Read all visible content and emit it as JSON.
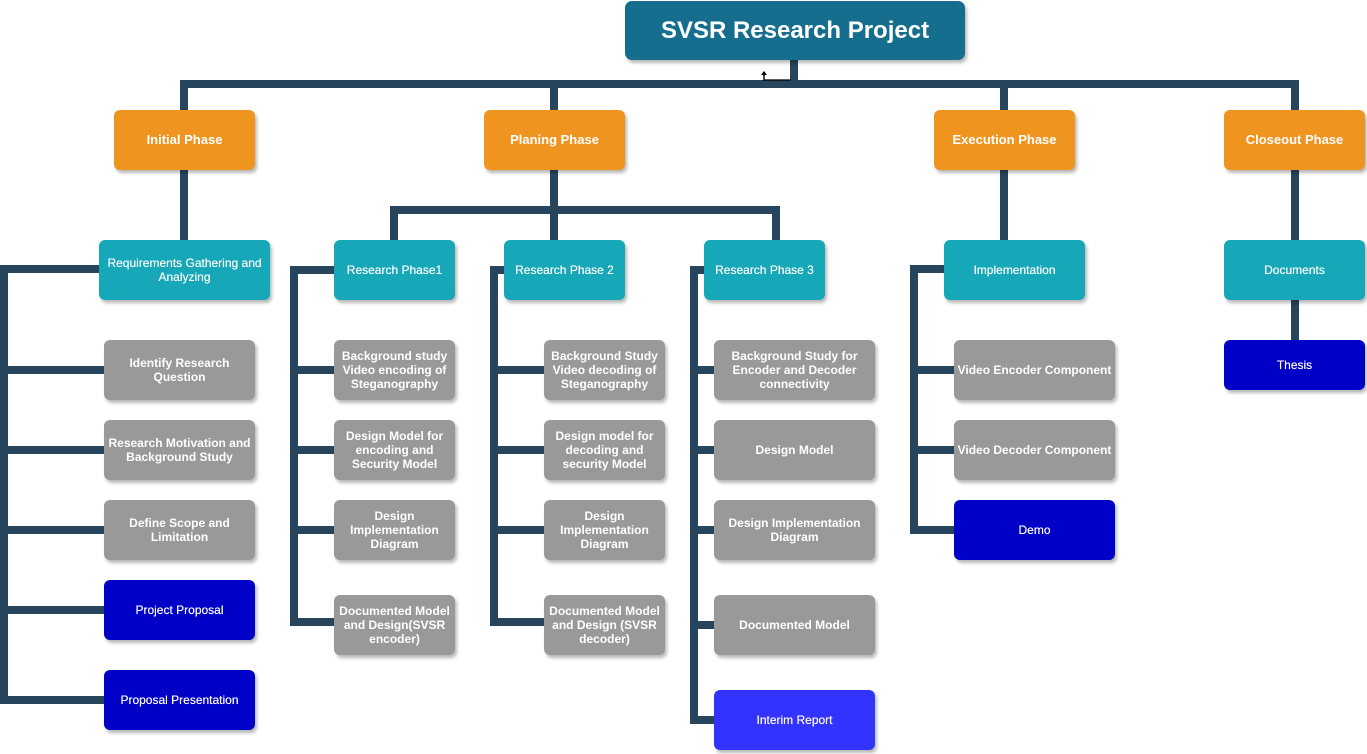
{
  "root": {
    "label": "SVSR Research Project"
  },
  "phases": [
    {
      "label": "Initial Phase",
      "groups": [
        {
          "label": "Requirements Gathering and Analyzing",
          "tasks": [
            {
              "label": "Identify Research Question",
              "kind": "task"
            },
            {
              "label": "Research Motivation and Background Study",
              "kind": "task"
            },
            {
              "label": "Define Scope and Limitation",
              "kind": "task"
            },
            {
              "label": "Project Proposal",
              "kind": "deliverable"
            },
            {
              "label": "Proposal Presentation",
              "kind": "deliverable"
            }
          ]
        }
      ]
    },
    {
      "label": "Planing Phase",
      "groups": [
        {
          "label": "Research Phase1",
          "tasks": [
            {
              "label": "Background study Video encoding of Steganography",
              "kind": "task"
            },
            {
              "label": "Design Model for encoding and Security Model",
              "kind": "task"
            },
            {
              "label": "Design Implementation Diagram",
              "kind": "task"
            },
            {
              "label": "Documented Model and Design(SVSR encoder)",
              "kind": "task"
            }
          ]
        },
        {
          "label": "Research Phase 2",
          "tasks": [
            {
              "label": "Background Study Video decoding of Steganography",
              "kind": "task"
            },
            {
              "label": "Design model for decoding and security Model",
              "kind": "task"
            },
            {
              "label": "Design Implementation Diagram",
              "kind": "task"
            },
            {
              "label": "Documented Model and Design (SVSR decoder)",
              "kind": "task"
            }
          ]
        },
        {
          "label": "Research Phase 3",
          "tasks": [
            {
              "label": "Background Study for Encoder and Decoder connectivity",
              "kind": "task"
            },
            {
              "label": "Design Model",
              "kind": "task"
            },
            {
              "label": "Design Implementation Diagram",
              "kind": "task"
            },
            {
              "label": "Documented Model",
              "kind": "task"
            },
            {
              "label": "Interim Report",
              "kind": "deliverable-highlight"
            }
          ]
        }
      ]
    },
    {
      "label": "Execution Phase",
      "groups": [
        {
          "label": "Implementation",
          "tasks": [
            {
              "label": "Video Encoder Component",
              "kind": "task"
            },
            {
              "label": "Video Decoder Component",
              "kind": "task"
            },
            {
              "label": "Demo",
              "kind": "deliverable"
            }
          ]
        }
      ]
    },
    {
      "label": "Closeout Phase",
      "groups": [
        {
          "label": "Documents",
          "tasks": [
            {
              "label": "Thesis",
              "kind": "deliverable"
            }
          ]
        }
      ]
    }
  ],
  "colors": {
    "root": "#166e8f",
    "phase": "#f09420",
    "group": "#16a7b8",
    "task": "#999999",
    "deliverable": "#0100c6",
    "deliverable_highlight": "#3333ff",
    "connector": "#27455c"
  }
}
